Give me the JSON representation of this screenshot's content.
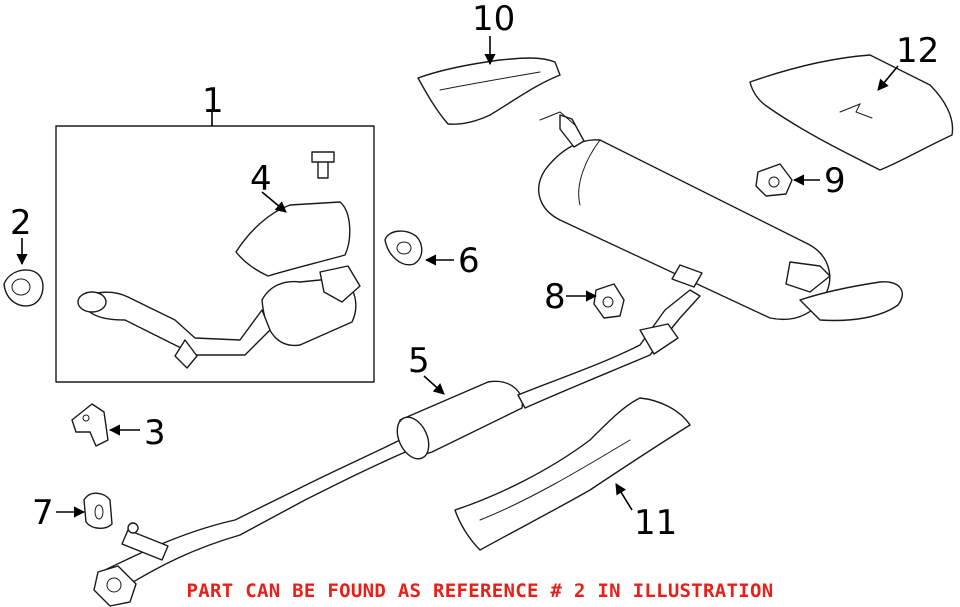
{
  "callouts": {
    "c1": "1",
    "c2": "2",
    "c3": "3",
    "c4": "4",
    "c5": "5",
    "c6": "6",
    "c7": "7",
    "c8": "8",
    "c9": "9",
    "c10": "10",
    "c11": "11",
    "c12": "12"
  },
  "notice": {
    "text": "PART CAN BE FOUND AS REFERENCE # 2 IN ILLUSTRATION",
    "color": "#e8201a"
  },
  "colors": {
    "line": "#1a1a1a",
    "background": "#ffffff"
  }
}
